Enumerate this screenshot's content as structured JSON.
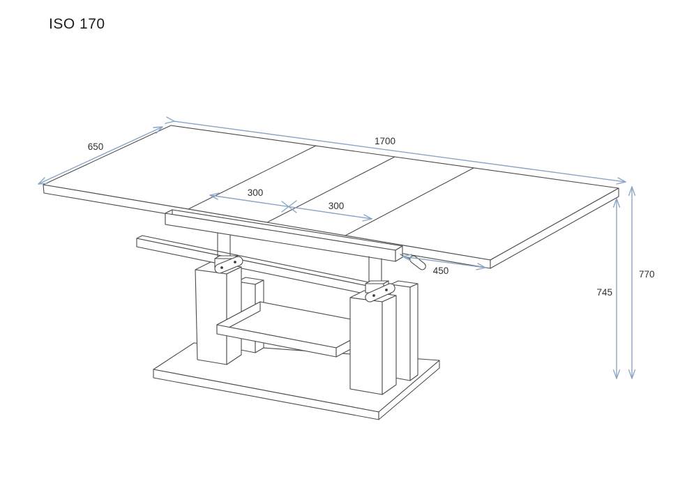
{
  "title": "ISO 170",
  "drawing": {
    "subject": "height-adjustable extendable coffee table, isometric line drawing",
    "colors": {
      "outline": "#4a4a4a",
      "dimension_lines": "#8aa5c6",
      "labels": "#2f2f2f",
      "background": "#ffffff"
    }
  },
  "dimensions": {
    "top_length": "1700",
    "top_depth": "650",
    "left_leaf": "300",
    "right_leaf": "300",
    "extension": "450",
    "height_underside": "745",
    "height_total": "770"
  }
}
